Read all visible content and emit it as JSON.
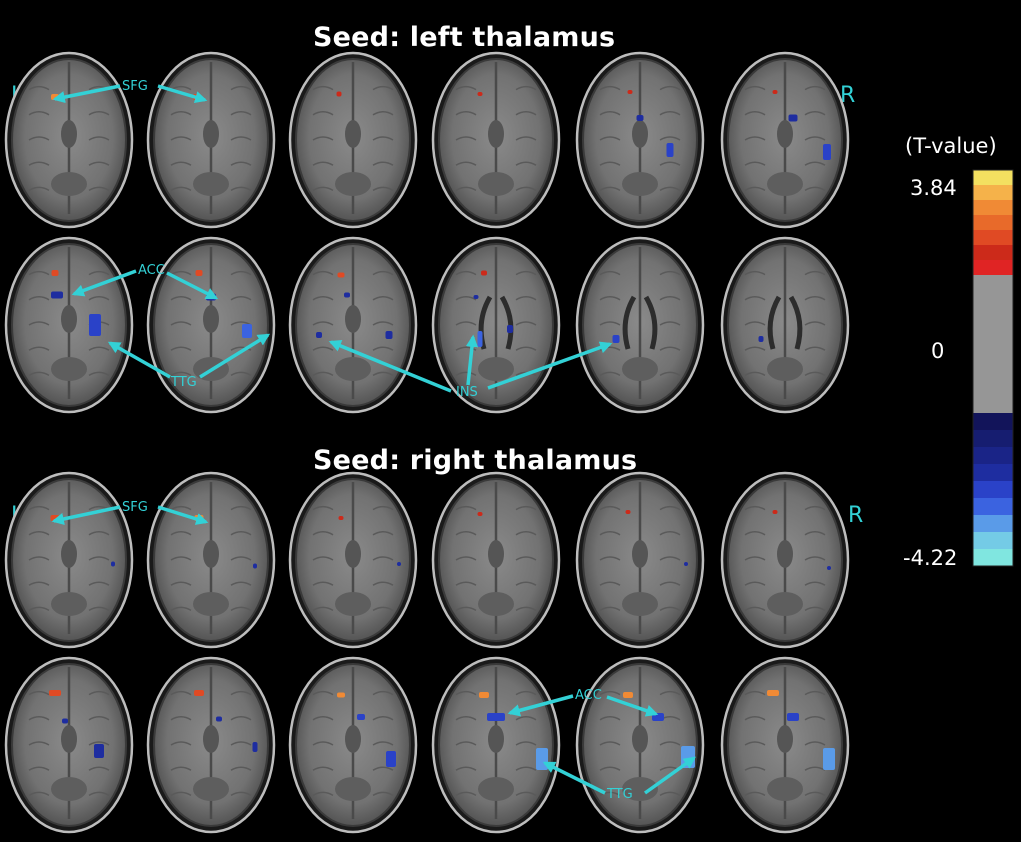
{
  "figure": {
    "panels": [
      {
        "title": "Seed: left thalamus",
        "left_marker": "L",
        "right_marker": "R"
      },
      {
        "title": "Seed: right thalamus",
        "left_marker": "L",
        "right_marker": "R"
      }
    ],
    "annotations": {
      "top": [
        "SFG",
        "ACC",
        "TTG",
        "INS"
      ],
      "bottom": [
        "SFG",
        "ACC",
        "TTG"
      ]
    }
  },
  "colorbar": {
    "title": "(T-value)",
    "max_label": "3.84",
    "zero_label": "0",
    "min_label": "-4.22",
    "max": 3.84,
    "min": -4.22,
    "colors": {
      "positive": [
        "#f3e060",
        "#f5b24a",
        "#f08a35",
        "#e86a2a",
        "#e04a24",
        "#cc2a1a",
        "#e02424"
      ],
      "neutral": "#969696",
      "negative": [
        "#12145a",
        "#161d70",
        "#1a2487",
        "#1e2da0",
        "#2a42c8",
        "#3b63e0",
        "#5a9be8",
        "#74cbe6",
        "#80e6e0"
      ]
    }
  },
  "colors": {
    "annotation": "#33d1d6",
    "background": "#000000"
  }
}
